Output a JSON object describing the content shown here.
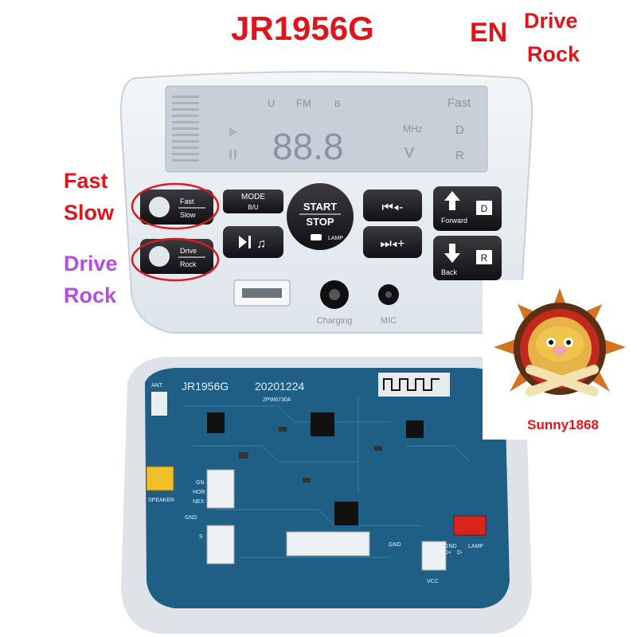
{
  "headline": {
    "model": "JR1956G",
    "lang": "EN",
    "drive": "Drive",
    "rock": "Rock"
  },
  "side_labels": {
    "fast": "Fast",
    "slow": "Slow",
    "drive": "Drive",
    "rock": "Rock"
  },
  "lcd": {
    "u": "U",
    "fm": "FM",
    "bt": "B",
    "fast": "Fast",
    "mhz": "MHz",
    "d": "D",
    "v": "V",
    "r": "R",
    "digits": "88.8"
  },
  "buttons": {
    "fast": "Fast",
    "slow": "Slow",
    "mode": "MODE",
    "mode_sub": "B/U",
    "start": "START",
    "stop": "STOP",
    "lamp": "LAMP",
    "drive": "Drive",
    "rock": "Rock",
    "forward": "Forward",
    "forward_key": "D",
    "back": "Back",
    "back_key": "R"
  },
  "ports": {
    "charging": "Charging",
    "mic": "MIC"
  },
  "pcb": {
    "model": "JR1956G",
    "date": "20201224",
    "part": "2PW6730A",
    "ant": "ANT",
    "speaker": "SPEAKER",
    "gnd1": "GN",
    "hor": "HOR",
    "nex": "NEX",
    "gnd2": "GND",
    "s": "S",
    "gnd": "GND",
    "d": "D+",
    "dminus": "D-",
    "vcc": "VCC",
    "lamp": "LAMP",
    "gnd3": "GND"
  },
  "badge": {
    "text": "Sunny1868"
  },
  "colors": {
    "headline_red": "#e0151b",
    "label_purple": "#b04fe0",
    "panel": "#e9eef3",
    "lcd": "#c7d0d8",
    "pcb": "#1f5f86",
    "button": "#1b1b1e"
  }
}
